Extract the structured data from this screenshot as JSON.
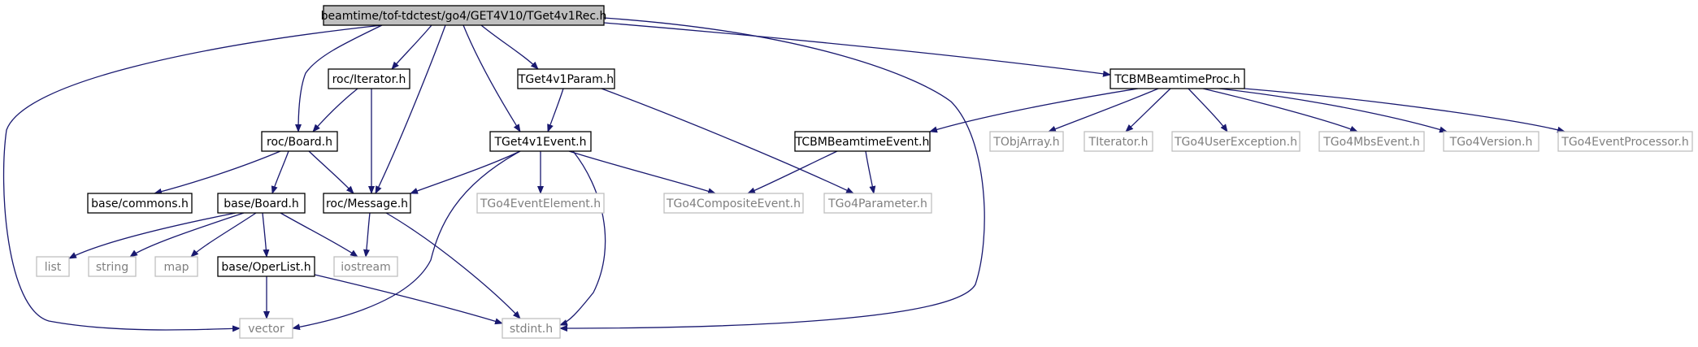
{
  "colors": {
    "edge": "#191970",
    "node_border_local": "#000000",
    "node_border_external": "#bfbfbf",
    "node_text_local": "#000000",
    "node_text_external": "#7f7f7f",
    "root_fill": "#bfbfbf"
  },
  "nodes": [
    {
      "id": "root",
      "label": "beamtime/tof-tdctest/go4/GET4V10/TGet4v1Rec.h",
      "kind": "root"
    },
    {
      "id": "roc_iterator",
      "label": "roc/Iterator.h",
      "kind": "local"
    },
    {
      "id": "tget4v1param",
      "label": "TGet4v1Param.h",
      "kind": "local"
    },
    {
      "id": "tcbmbeamtimeproc",
      "label": "TCBMBeamtimeProc.h",
      "kind": "local"
    },
    {
      "id": "roc_board",
      "label": "roc/Board.h",
      "kind": "local"
    },
    {
      "id": "tget4v1event",
      "label": "TGet4v1Event.h",
      "kind": "local"
    },
    {
      "id": "tcbmbeamtimeevent",
      "label": "TCBMBeamtimeEvent.h",
      "kind": "local"
    },
    {
      "id": "tobjarray",
      "label": "TObjArray.h",
      "kind": "external"
    },
    {
      "id": "titerator",
      "label": "TIterator.h",
      "kind": "external"
    },
    {
      "id": "tgo4userexception",
      "label": "TGo4UserException.h",
      "kind": "external"
    },
    {
      "id": "tgo4mbsevent",
      "label": "TGo4MbsEvent.h",
      "kind": "external"
    },
    {
      "id": "tgo4version",
      "label": "TGo4Version.h",
      "kind": "external"
    },
    {
      "id": "tgo4eventprocessor",
      "label": "TGo4EventProcessor.h",
      "kind": "external"
    },
    {
      "id": "base_commons",
      "label": "base/commons.h",
      "kind": "local"
    },
    {
      "id": "base_board",
      "label": "base/Board.h",
      "kind": "local"
    },
    {
      "id": "roc_message",
      "label": "roc/Message.h",
      "kind": "local"
    },
    {
      "id": "tgo4eventelement",
      "label": "TGo4EventElement.h",
      "kind": "external"
    },
    {
      "id": "tgo4compositeevent",
      "label": "TGo4CompositeEvent.h",
      "kind": "external"
    },
    {
      "id": "tgo4parameter",
      "label": "TGo4Parameter.h",
      "kind": "external"
    },
    {
      "id": "list",
      "label": "list",
      "kind": "external"
    },
    {
      "id": "string",
      "label": "string",
      "kind": "external"
    },
    {
      "id": "map",
      "label": "map",
      "kind": "external"
    },
    {
      "id": "base_operlist",
      "label": "base/OperList.h",
      "kind": "local"
    },
    {
      "id": "iostream",
      "label": "iostream",
      "kind": "external"
    },
    {
      "id": "vector",
      "label": "vector",
      "kind": "external"
    },
    {
      "id": "stdint",
      "label": "stdint.h",
      "kind": "external"
    }
  ],
  "edges": [
    {
      "from": "root",
      "to": "vector"
    },
    {
      "from": "root",
      "to": "roc_board"
    },
    {
      "from": "root",
      "to": "roc_iterator"
    },
    {
      "from": "root",
      "to": "roc_message"
    },
    {
      "from": "root",
      "to": "tget4v1event"
    },
    {
      "from": "root",
      "to": "tget4v1param"
    },
    {
      "from": "root",
      "to": "tcbmbeamtimeproc"
    },
    {
      "from": "root",
      "to": "stdint"
    },
    {
      "from": "roc_iterator",
      "to": "roc_board"
    },
    {
      "from": "roc_iterator",
      "to": "roc_message"
    },
    {
      "from": "tget4v1param",
      "to": "tget4v1event"
    },
    {
      "from": "tget4v1param",
      "to": "tgo4parameter"
    },
    {
      "from": "tcbmbeamtimeproc",
      "to": "tcbmbeamtimeevent"
    },
    {
      "from": "tcbmbeamtimeproc",
      "to": "tobjarray"
    },
    {
      "from": "tcbmbeamtimeproc",
      "to": "titerator"
    },
    {
      "from": "tcbmbeamtimeproc",
      "to": "tgo4userexception"
    },
    {
      "from": "tcbmbeamtimeproc",
      "to": "tgo4mbsevent"
    },
    {
      "from": "tcbmbeamtimeproc",
      "to": "tgo4version"
    },
    {
      "from": "tcbmbeamtimeproc",
      "to": "tgo4eventprocessor"
    },
    {
      "from": "roc_board",
      "to": "base_commons"
    },
    {
      "from": "roc_board",
      "to": "base_board"
    },
    {
      "from": "roc_board",
      "to": "roc_message"
    },
    {
      "from": "tget4v1event",
      "to": "roc_message"
    },
    {
      "from": "tget4v1event",
      "to": "tgo4eventelement"
    },
    {
      "from": "tget4v1event",
      "to": "tgo4compositeevent"
    },
    {
      "from": "tget4v1event",
      "to": "vector"
    },
    {
      "from": "tget4v1event",
      "to": "stdint"
    },
    {
      "from": "tcbmbeamtimeevent",
      "to": "tgo4compositeevent"
    },
    {
      "from": "tcbmbeamtimeevent",
      "to": "tgo4parameter"
    },
    {
      "from": "base_board",
      "to": "list"
    },
    {
      "from": "base_board",
      "to": "string"
    },
    {
      "from": "base_board",
      "to": "map"
    },
    {
      "from": "base_board",
      "to": "base_operlist"
    },
    {
      "from": "base_board",
      "to": "iostream"
    },
    {
      "from": "roc_message",
      "to": "iostream"
    },
    {
      "from": "roc_message",
      "to": "stdint"
    },
    {
      "from": "base_operlist",
      "to": "vector"
    },
    {
      "from": "base_operlist",
      "to": "stdint"
    }
  ]
}
